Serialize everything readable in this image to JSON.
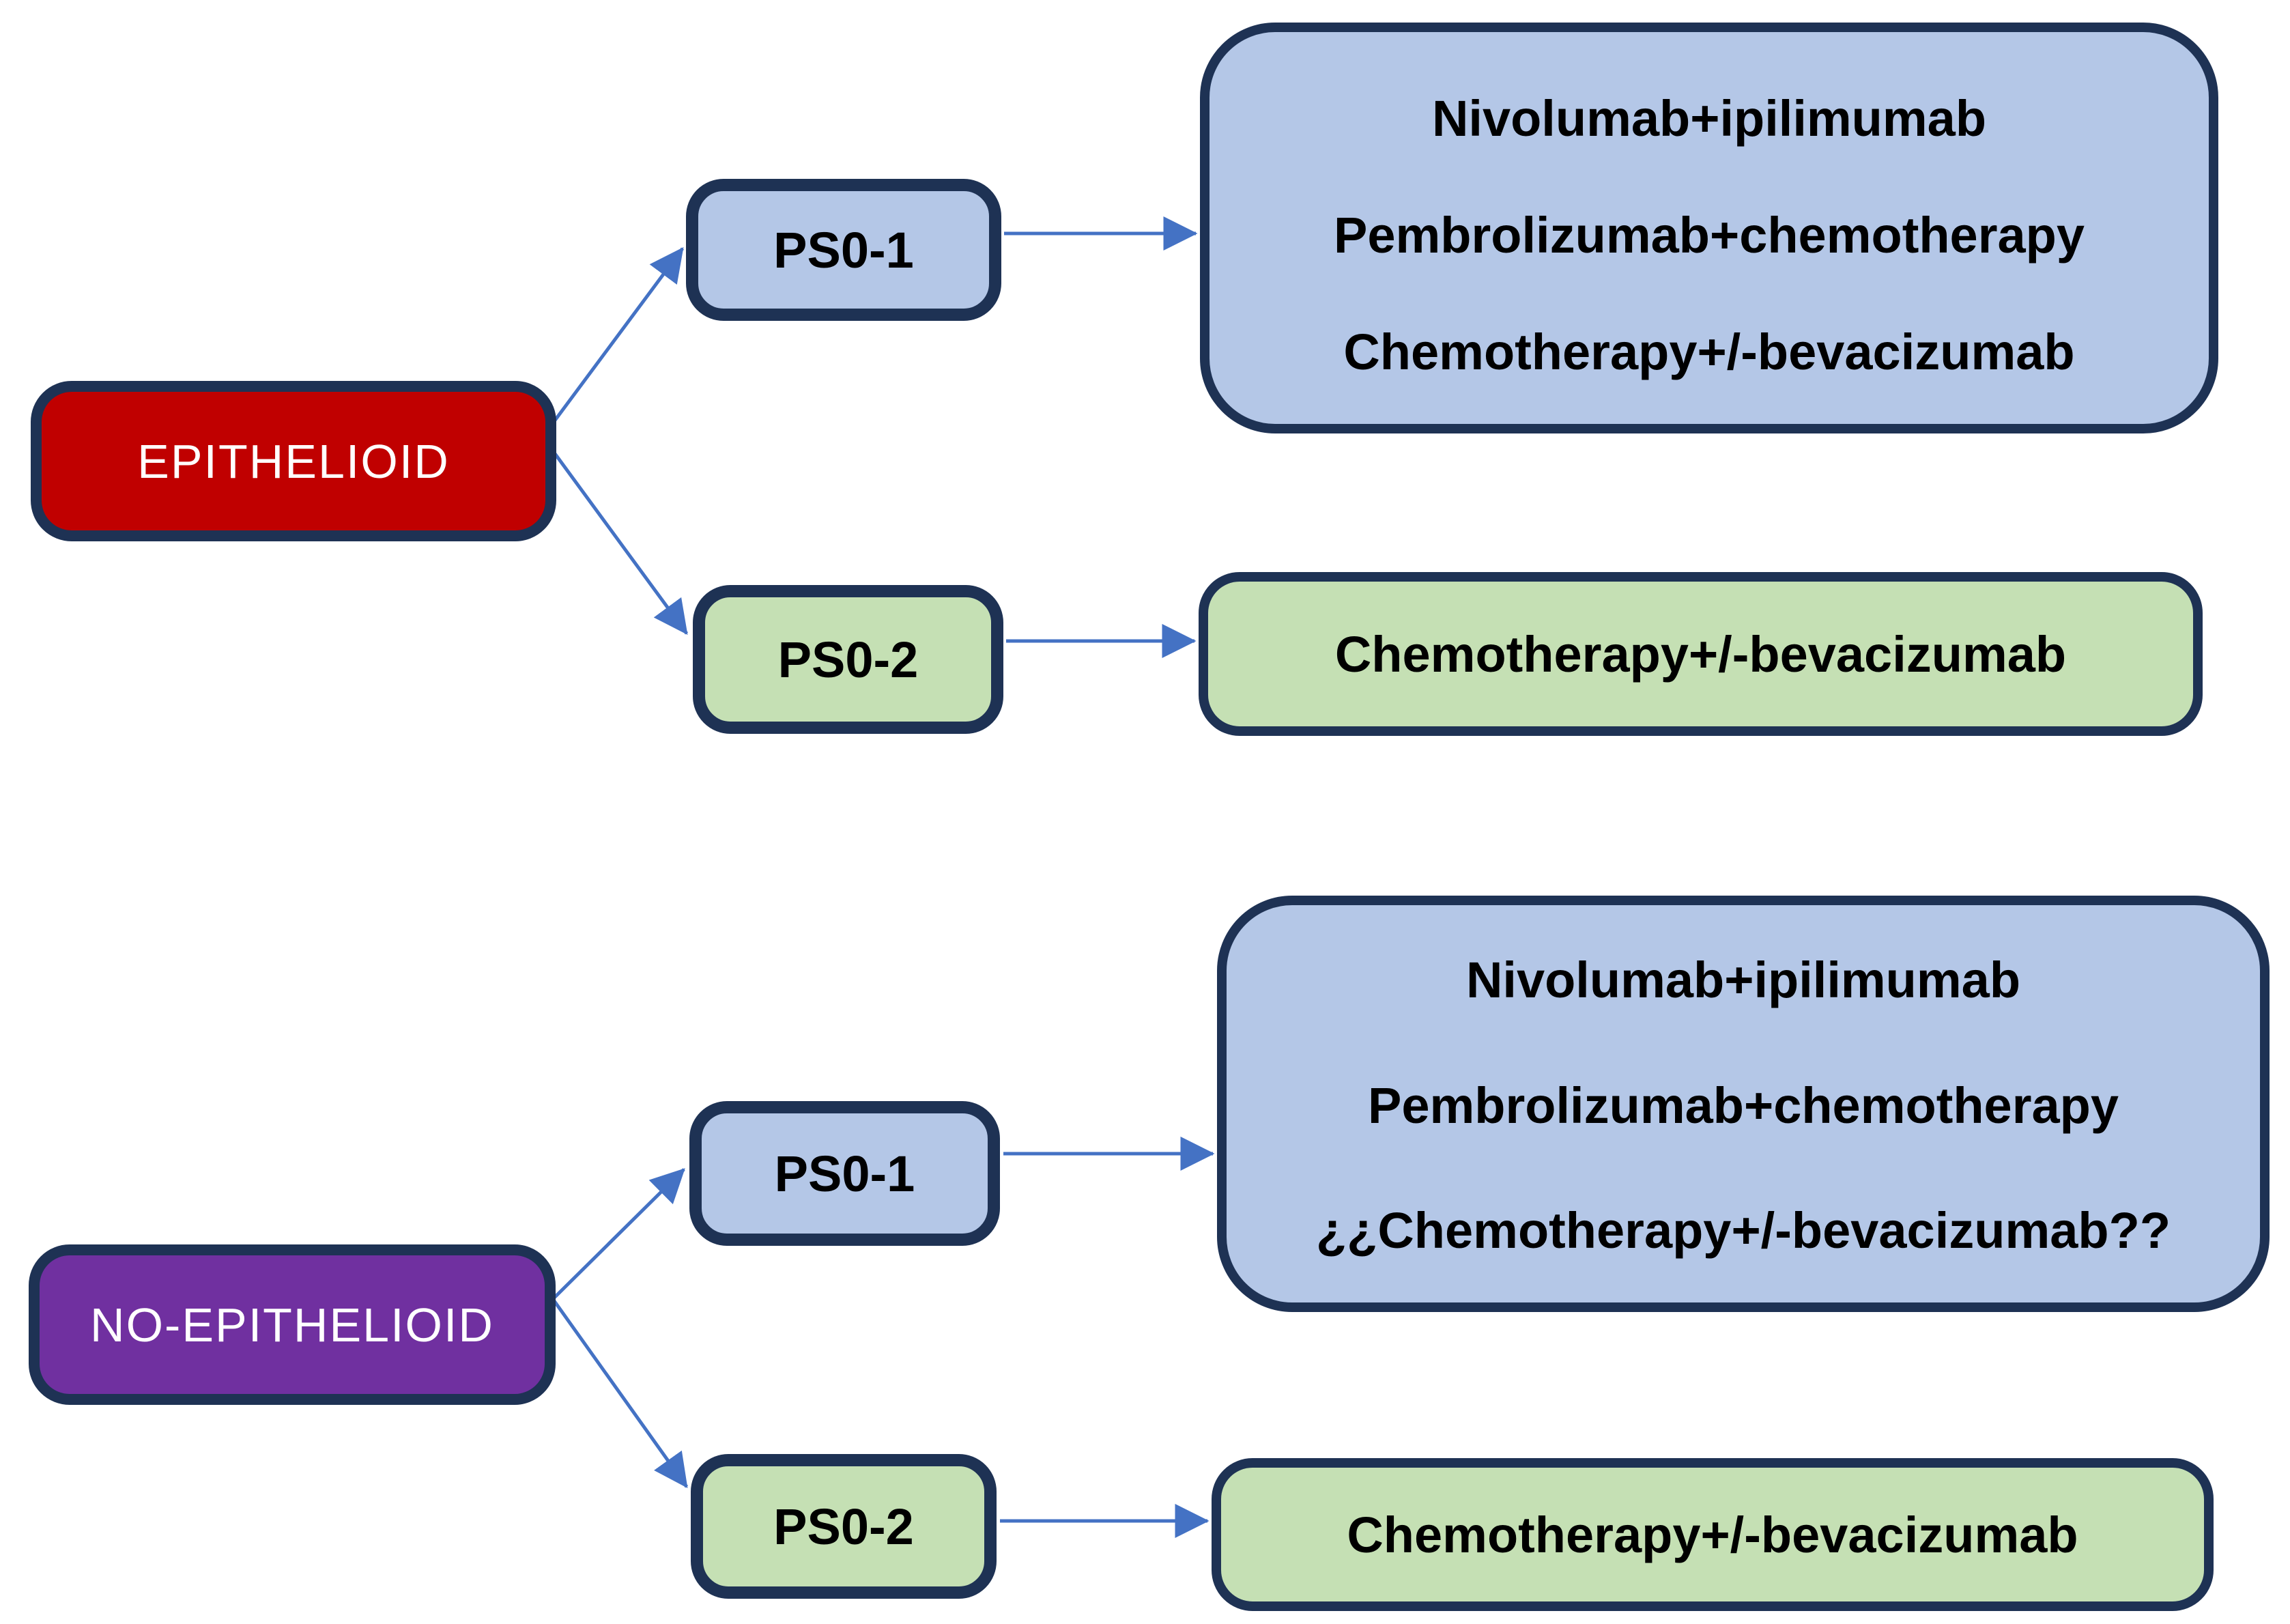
{
  "flowchart": {
    "epithelioid": {
      "root_label": "EPITHELIOID",
      "ps01_label": "PS0-1",
      "ps01_outcomes": [
        "Nivolumab+ipilimumab",
        "Pembrolizumab+chemotherapy",
        "Chemotherapy+/-bevacizumab"
      ],
      "ps02_label": "PS0-2",
      "ps02_outcome": "Chemotherapy+/-bevacizumab"
    },
    "no_epithelioid": {
      "root_label": "NO-EPITHELIOID",
      "ps01_label": "PS0-1",
      "ps01_outcomes": [
        "Nivolumab+ipilimumab",
        "Pembrolizumab+chemotherapy",
        "¿¿Chemotherapy+/-bevacizumab??"
      ],
      "ps02_label": "PS0-2",
      "ps02_outcome": "Chemotherapy+/-bevacizumab"
    }
  },
  "colors": {
    "epithelioid_fill": "#c00000",
    "no_epithelioid_fill": "#7030a0",
    "ps_blue_fill": "#b4c7e7",
    "ps_green_fill": "#c5e0b4",
    "node_border": "#1e3254",
    "arrow": "#4472c4",
    "text_dark": "#000000",
    "text_light": "#ffffff"
  }
}
